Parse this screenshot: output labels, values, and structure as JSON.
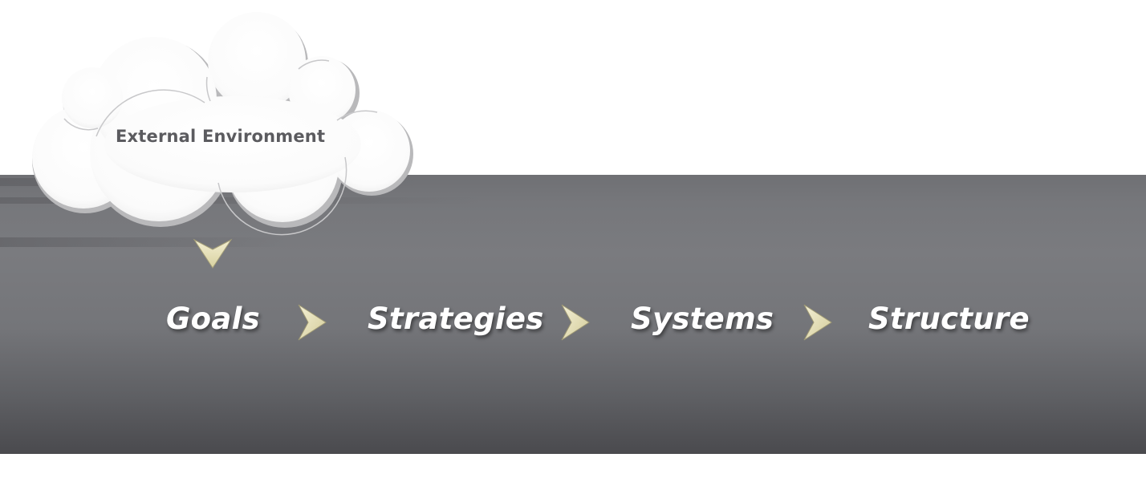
{
  "cloud": {
    "label": "External Environment"
  },
  "flow": {
    "steps": [
      {
        "label": "Goals"
      },
      {
        "label": "Strategies"
      },
      {
        "label": "Systems"
      },
      {
        "label": "Structure"
      }
    ]
  },
  "colors": {
    "band_top": "#76777b",
    "band_bottom": "#4a4a4e",
    "arrow_fill": "#e8e3bf",
    "text_white": "#ffffff",
    "cloud_text": "#5b5b5f"
  },
  "icons": {
    "connector": "chevron-right-icon",
    "cloud_to_flow": "chevron-down-icon"
  }
}
